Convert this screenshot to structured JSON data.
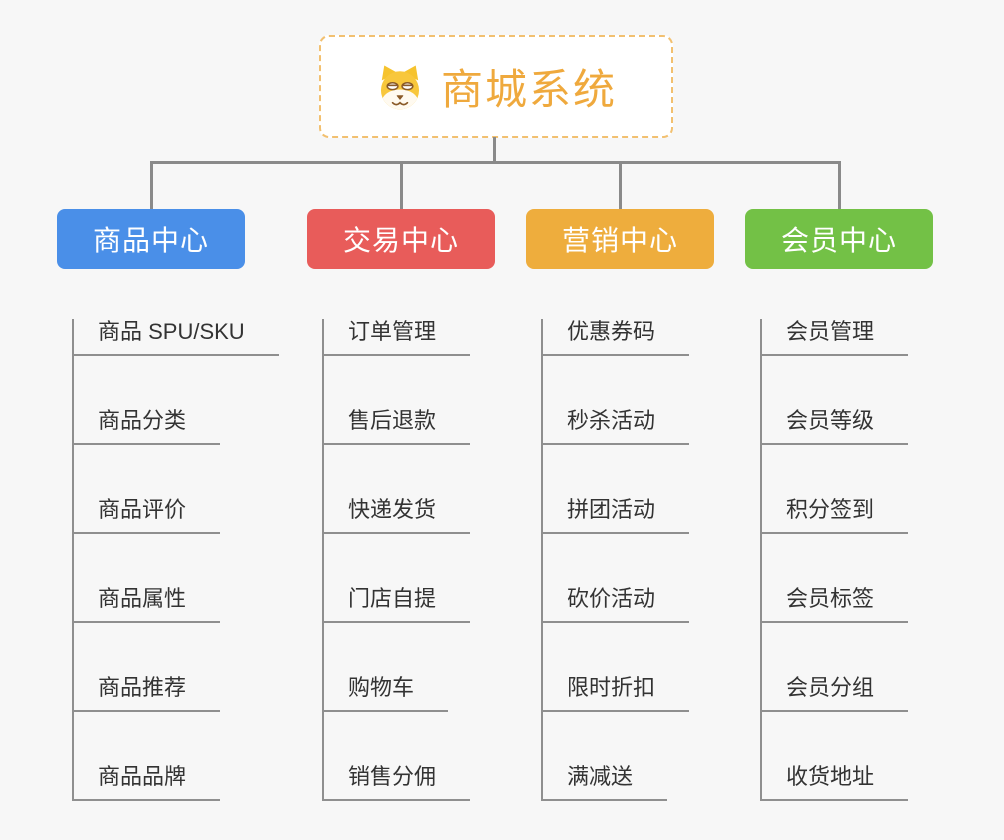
{
  "canvas": {
    "background": "#f7f7f7",
    "connector_color": "#8a8a8a"
  },
  "root": {
    "title": "商城系统",
    "icon": "dog-face-icon",
    "text_color": "#efa93d",
    "border_color": "#f2c070",
    "background": "#ffffff"
  },
  "branches": [
    {
      "label": "商品中心",
      "color": "#4a8fe8",
      "children": [
        "商品 SPU/SKU",
        "商品分类",
        "商品评价",
        "商品属性",
        "商品推荐",
        "商品品牌"
      ]
    },
    {
      "label": "交易中心",
      "color": "#e85c5a",
      "children": [
        "订单管理",
        "售后退款",
        "快递发货",
        "门店自提",
        "购物车",
        "销售分佣"
      ]
    },
    {
      "label": "营销中心",
      "color": "#eead3d",
      "children": [
        "优惠券码",
        "秒杀活动",
        "拼团活动",
        "砍价活动",
        "限时折扣",
        "满减送"
      ]
    },
    {
      "label": "会员中心",
      "color": "#73c146",
      "children": [
        "会员管理",
        "会员等级",
        "积分签到",
        "会员标签",
        "会员分组",
        "收货地址"
      ]
    }
  ]
}
